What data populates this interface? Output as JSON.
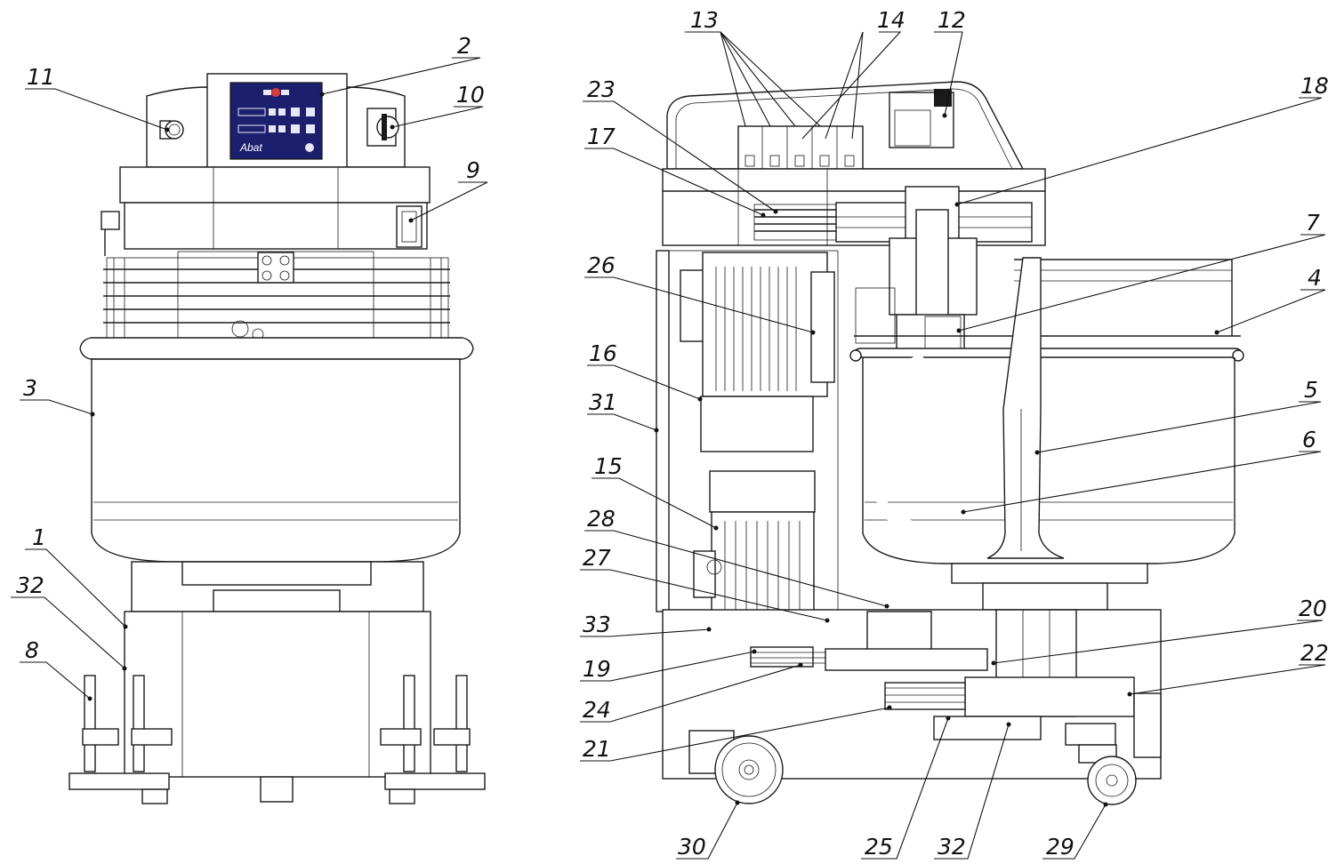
{
  "brand": {
    "panel_logo": "Abat",
    "panel_color": "#1c1f6e"
  },
  "callouts": {
    "left_view": [
      "11",
      "2",
      "10",
      "9",
      "3",
      "1",
      "32",
      "8"
    ],
    "right_view": [
      "13",
      "14",
      "12",
      "23",
      "18",
      "17",
      "7",
      "26",
      "4",
      "16",
      "5",
      "31",
      "6",
      "15",
      "28",
      "27",
      "20",
      "33",
      "22",
      "19",
      "24",
      "21",
      "30",
      "25",
      "32",
      "29"
    ]
  }
}
